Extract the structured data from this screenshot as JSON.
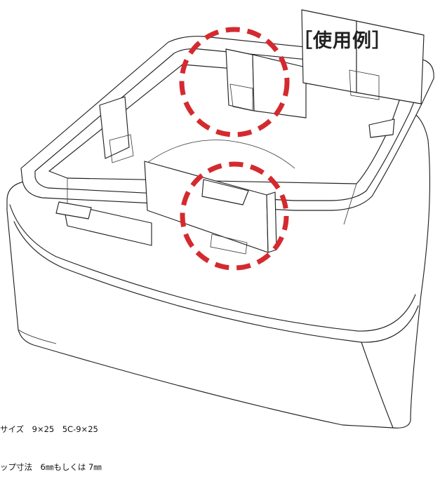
{
  "title": "［使用例］",
  "notes": {
    "line1": "サイズ　9×25　5C-9×25",
    "line2": "ップ寸法　6㎜もしくは 7㎜"
  },
  "highlight_color": "#d42a2f",
  "highlights": [
    {
      "name": "upper-clip-highlight",
      "icon": "dashed-circle"
    },
    {
      "name": "lower-clip-highlight",
      "icon": "dashed-circle"
    }
  ]
}
